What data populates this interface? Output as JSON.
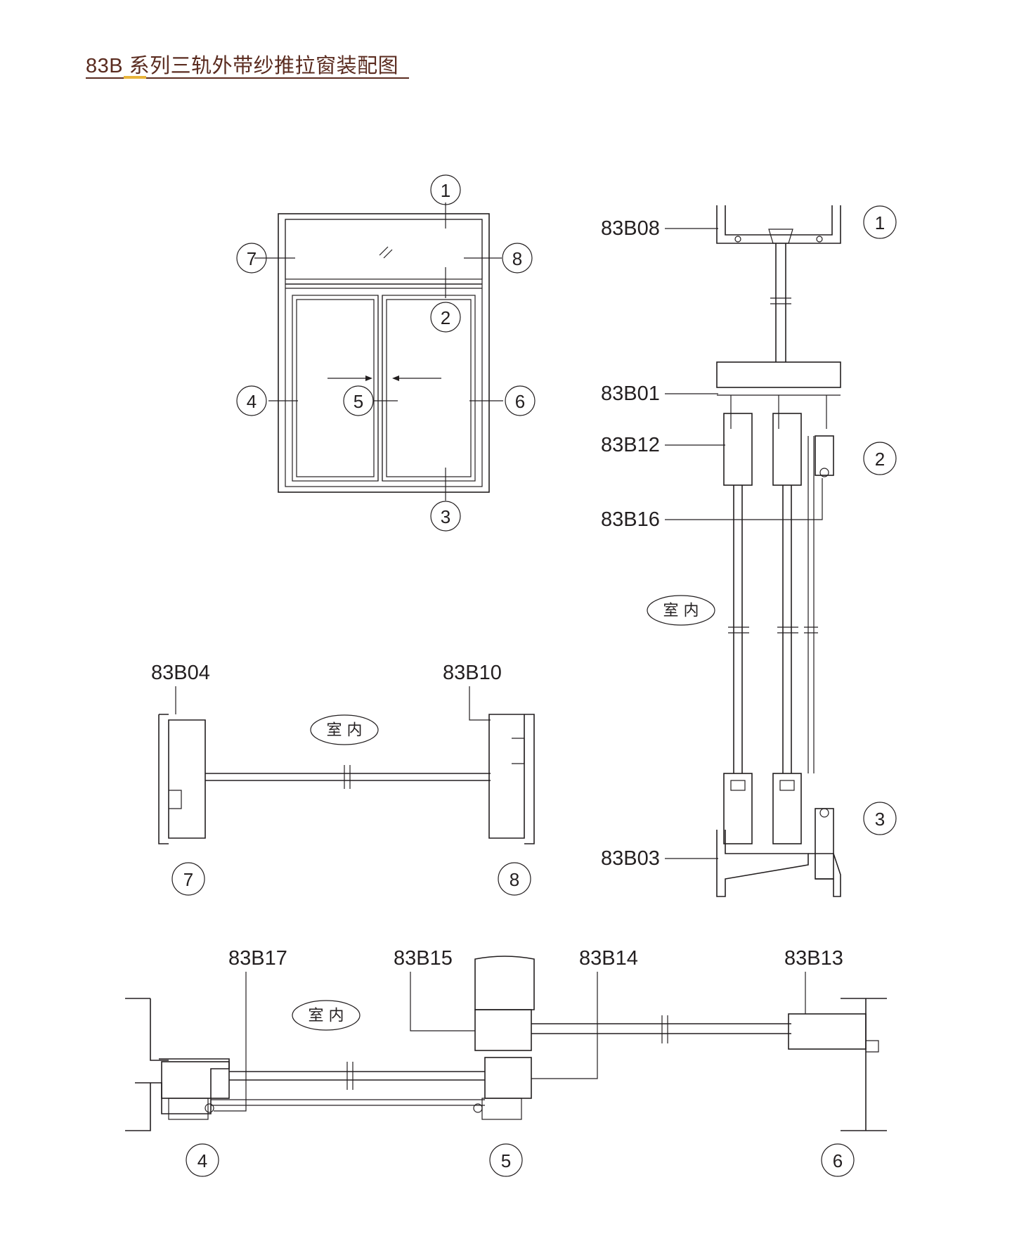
{
  "title": "83B 系列三轨外带纱推拉窗装配图",
  "indoor_label": "室 内",
  "colors": {
    "title": "#5a2b1f",
    "accent": "#e8b43a",
    "line": "#231f20"
  },
  "elevation_callouts": [
    "1",
    "2",
    "3",
    "4",
    "5",
    "6",
    "7",
    "8"
  ],
  "vertical_section": {
    "profiles": [
      "83B08",
      "83B01",
      "83B12",
      "83B16",
      "83B03"
    ],
    "callouts": [
      "1",
      "2",
      "3"
    ]
  },
  "jamb_section": {
    "profiles": [
      "83B04",
      "83B10"
    ],
    "callouts": [
      "7",
      "8"
    ]
  },
  "horizontal_section": {
    "profiles": [
      "83B17",
      "83B15",
      "83B14",
      "83B13"
    ],
    "callouts": [
      "4",
      "5",
      "6"
    ]
  }
}
